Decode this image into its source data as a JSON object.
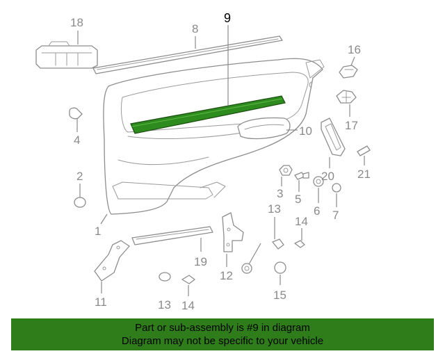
{
  "diagram": {
    "highlight_color": "#2e8b1e",
    "highlighted_callout": "9",
    "callouts": [
      {
        "key": "c18",
        "label": "18"
      },
      {
        "key": "c8",
        "label": "8"
      },
      {
        "key": "c9",
        "label": "9"
      },
      {
        "key": "c16",
        "label": "16"
      },
      {
        "key": "c17",
        "label": "17"
      },
      {
        "key": "c4",
        "label": "4"
      },
      {
        "key": "c10",
        "label": "10"
      },
      {
        "key": "c2",
        "label": "2"
      },
      {
        "key": "c20",
        "label": "20"
      },
      {
        "key": "c21",
        "label": "21"
      },
      {
        "key": "c3",
        "label": "3"
      },
      {
        "key": "c5",
        "label": "5"
      },
      {
        "key": "c6",
        "label": "6"
      },
      {
        "key": "c7",
        "label": "7"
      },
      {
        "key": "c1",
        "label": "1"
      },
      {
        "key": "c13a",
        "label": "13"
      },
      {
        "key": "c14a",
        "label": "14"
      },
      {
        "key": "c19",
        "label": "19"
      },
      {
        "key": "c12",
        "label": "12"
      },
      {
        "key": "c11",
        "label": "11"
      },
      {
        "key": "c13b",
        "label": "13"
      },
      {
        "key": "c14b",
        "label": "14"
      },
      {
        "key": "c15",
        "label": "15"
      }
    ]
  },
  "banner": {
    "line1": "Part or sub-assembly is #9 in diagram",
    "line2": "Diagram may not be specific to your vehicle",
    "color": "#2e7d1a"
  }
}
